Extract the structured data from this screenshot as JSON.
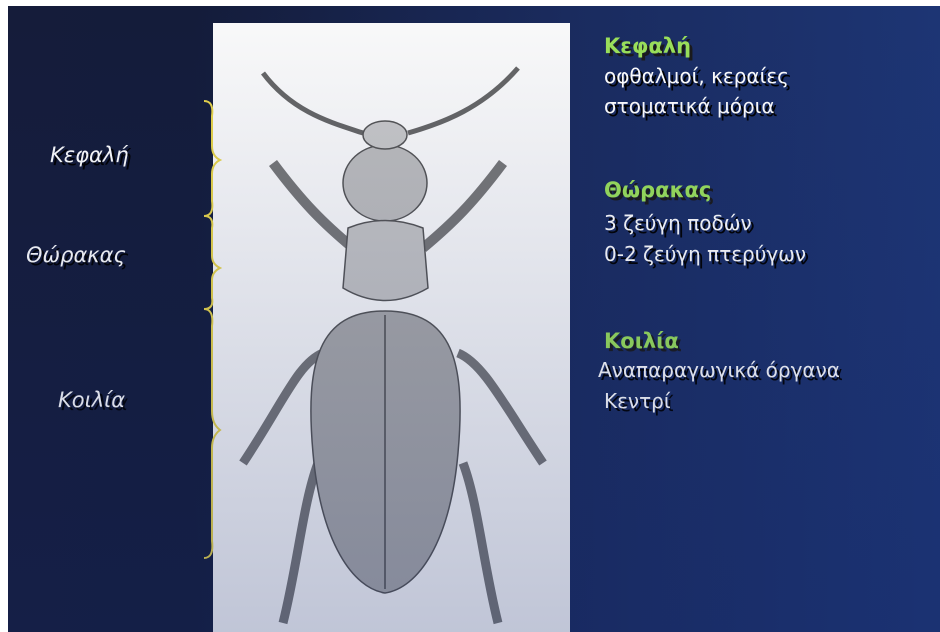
{
  "left_labels": {
    "head": "Κεφαλή",
    "thorax": "Θώρακας",
    "abdomen": "Κοιλία"
  },
  "sections": [
    {
      "heading": "Κεφαλή",
      "lines": [
        "οφθαλμοί, κεραίες",
        "στοματικά μόρια"
      ]
    },
    {
      "heading": "Θώρακας",
      "lines": [
        "3 ζεύγη ποδών",
        "0-2 ζεύγη πτερύγων"
      ]
    },
    {
      "heading": "Κοιλία",
      "lines": [
        "Αναπαραγωγικά όργανα",
        "Κεντρί"
      ]
    }
  ],
  "colors": {
    "brace": "#e8d54a",
    "heading": "#9be15a",
    "background": "#1a2b5e"
  }
}
